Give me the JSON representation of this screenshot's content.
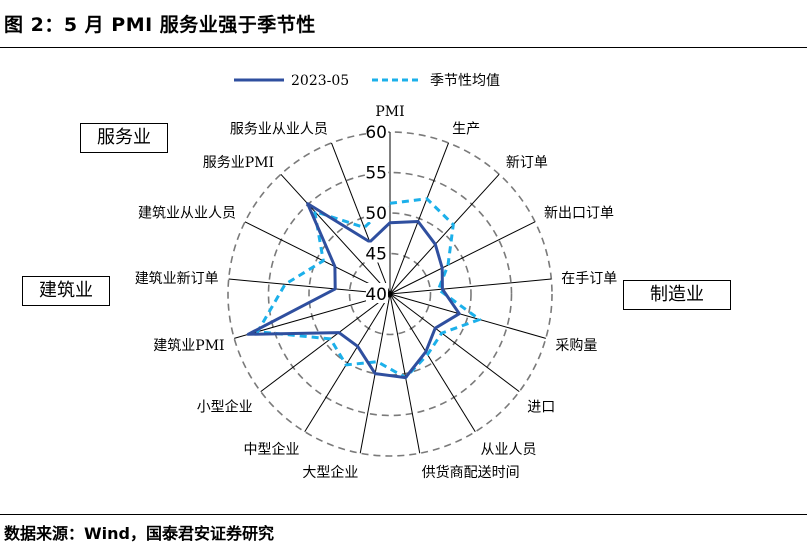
{
  "figure": {
    "title": "图 2：5 月 PMI 服务业强于季节性",
    "source": "数据来源：Wind，国泰君安证券研究"
  },
  "group_labels": {
    "services": "服务业",
    "construction": "建筑业",
    "manufacturing": "制造业"
  },
  "chart_data": {
    "type": "radar",
    "title": "",
    "categories": [
      "PMI",
      "生产",
      "新订单",
      "新出口订单",
      "在手订单",
      "采购量",
      "进口",
      "从业人员",
      "供货商配送时间",
      "大型企业",
      "中型企业",
      "小型企业",
      "建筑业PMI",
      "建筑业新订单",
      "建筑业从业人员",
      "服务业PMI",
      "服务业从业人员"
    ],
    "r_ticks": [
      40,
      45,
      50,
      55,
      60
    ],
    "r_range": [
      40,
      60
    ],
    "grid": true,
    "legend_position": "top-center",
    "series": [
      {
        "name": "2023-05",
        "color": "#2f4f9f",
        "style": "solid",
        "values": [
          48.8,
          49.6,
          48.3,
          47.2,
          46.5,
          48.9,
          47.0,
          48.4,
          50.5,
          50.0,
          47.6,
          47.9,
          58.2,
          46.8,
          47.6,
          55.1,
          46.9
        ]
      },
      {
        "name": "季节性均值",
        "color": "#1cb0ea",
        "style": "dashed",
        "values": [
          51.2,
          52.6,
          51.6,
          48.0,
          46.0,
          51.5,
          48.0,
          48.8,
          50.5,
          48.5,
          50.3,
          49.2,
          57.0,
          53.0,
          49.2,
          53.8,
          48.8
        ]
      }
    ]
  }
}
